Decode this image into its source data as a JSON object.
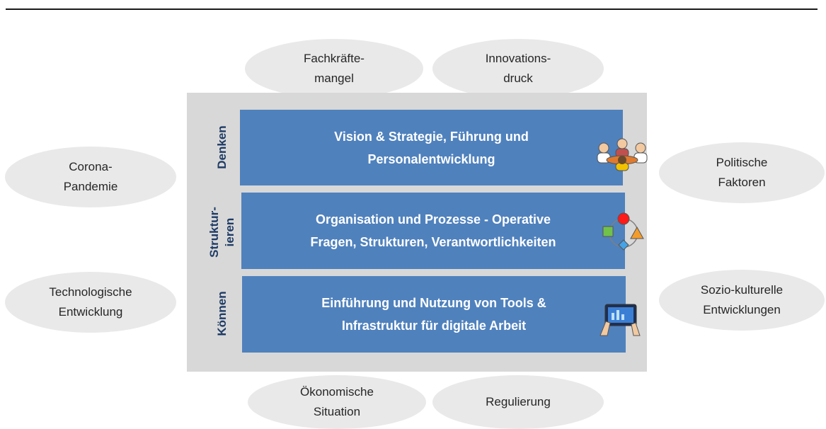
{
  "factors": {
    "fachkraefte": [
      "Fachkräfte-",
      "mangel"
    ],
    "innovation": [
      "Innovations-",
      "druck"
    ],
    "corona": [
      "Corona-",
      "Pandemie"
    ],
    "technologie": [
      "Technologische",
      "Entwicklung"
    ],
    "politik": [
      "Politische",
      "Faktoren"
    ],
    "sozio": [
      "Sozio-kulturelle",
      "Entwicklungen"
    ],
    "oekonomie": [
      "Ökonomische",
      "Situation"
    ],
    "regulierung": [
      "Regulierung"
    ]
  },
  "dimensions": {
    "denken": [
      "Denken"
    ],
    "strukturieren": [
      "Struktur-",
      "ieren"
    ],
    "koennen": [
      "Können"
    ]
  },
  "layers": {
    "vision": [
      "Vision & Strategie, Führung und",
      "Personalentwicklung"
    ],
    "organisation": [
      "Organisation und Prozesse - Operative",
      "Fragen, Strukturen, Verantwortlichkeiten"
    ],
    "tools": [
      "Einführung und Nutzung von Tools &",
      "Infrastruktur für digitale Arbeit"
    ]
  },
  "icons": {
    "vision": "team-meeting-icon",
    "organisation": "process-shapes-icon",
    "tools": "tablet-hands-icon"
  },
  "colors": {
    "layer_fill": "#4f81bd",
    "frame_fill": "#d8d8d8",
    "factor_fill": "#e9e9e9",
    "dimension_text": "#1f3c66"
  }
}
